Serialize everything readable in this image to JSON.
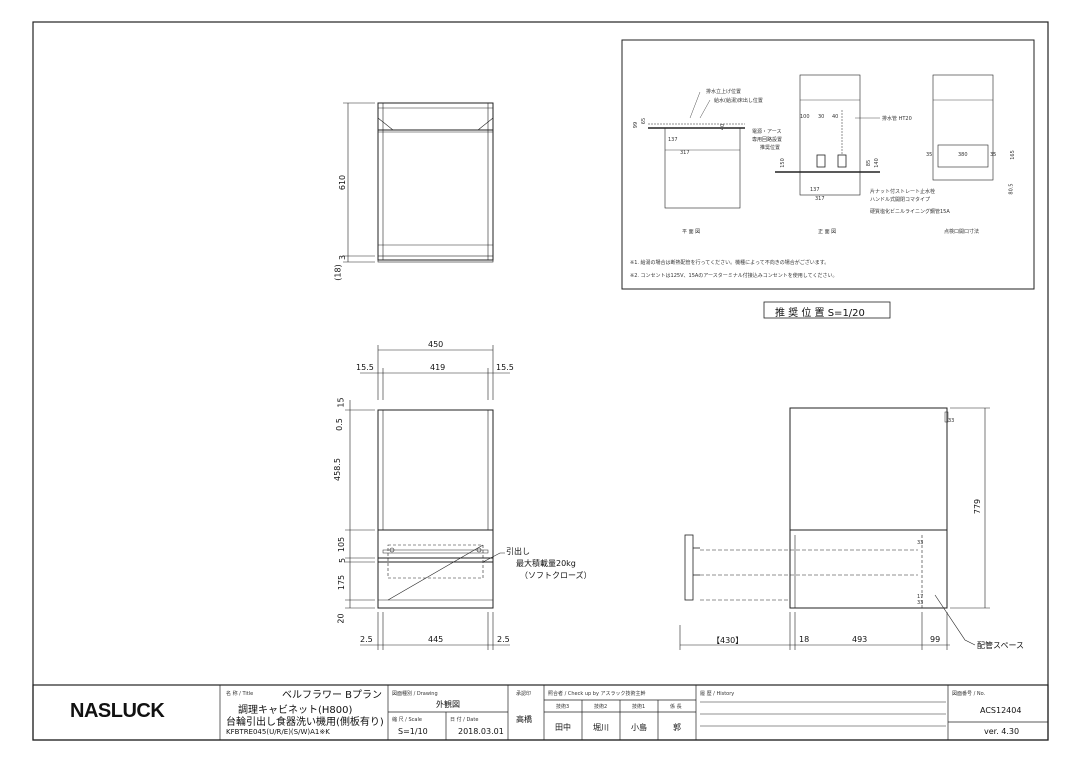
{
  "front_view": {
    "top_dim": "450",
    "sub_dims": [
      "15.5",
      "419",
      "15.5"
    ],
    "left_dims": [
      "15",
      "0.5",
      "458.5",
      "105",
      "5",
      "175",
      "20"
    ],
    "bottom_dims": [
      "2.5",
      "445",
      "2.5"
    ],
    "drawer_note": [
      "引出し",
      "最大積載量20kg",
      "（ソフトクローズ）"
    ]
  },
  "top_view": {
    "left_dims": [
      "610",
      "3",
      "(18)"
    ]
  },
  "side_view": {
    "height_dim": "779",
    "bottom_dims": [
      "【430】",
      "18",
      "493",
      "99"
    ],
    "pipe_space_label": "配管スペース",
    "small_marks": [
      "33",
      "33",
      "17",
      "33"
    ]
  },
  "inset": {
    "plan_labels": [
      "排水立上げ位置",
      "給水(給湯)床出し位置"
    ],
    "plan_dims": [
      "99",
      "65",
      "137",
      "317",
      "40"
    ],
    "elev_labels": [
      "電源・アース",
      "専用回路設置",
      "推奨位置",
      "排水管 HT20",
      "片ナット付ストレート止水栓",
      "ハンドル式開閉コマタイプ",
      "硬質塩化ビニルライニング鋼管15A"
    ],
    "elev_dims": [
      "100",
      "30",
      "40",
      "150",
      "85",
      "140",
      "137",
      "317"
    ],
    "access_dims": [
      "35",
      "380",
      "35",
      "165",
      "80.5"
    ],
    "view_names": [
      "平 面 図",
      "正 面 図",
      "点検口開口寸法"
    ],
    "notes": [
      "※1. 給湯の場合は断熱配管を行ってください。機種によって不向きの場合がございます。",
      "※2. コンセントは125V、15Aのアースターミナル付接込みコンセントを使用してください。"
    ],
    "caption": "推 奨 位 置 S=1/20"
  },
  "title_block": {
    "logo": "NASLUCK",
    "title_label": "名 称 / Title",
    "title_line1": "ベルフラワー Bプラン",
    "title_line2": "調理キャビネット(H800)",
    "title_line3": "台輪引出し食器洗い機用(側板有り)",
    "title_line4": "KFBTRE045(U/R/E)(S/W)A1※K",
    "drawing_label": "図面種別 / Drawing",
    "drawing_value": "外観図",
    "scale_label": "縮 尺 / Scale",
    "scale_value": "S=1/10",
    "date_label": "日 付 / Date",
    "date_value": "2018.03.01",
    "author_label": "承認印",
    "author_value": "高橋",
    "check_label": "照合者 / Check up by アスラック技術主幹",
    "check_cols": [
      "技術3",
      "技術2",
      "技術1",
      "係 長"
    ],
    "check_names": [
      "田中",
      "堀川",
      "小島",
      "郭"
    ],
    "history_label": "履 歴 / History",
    "no_label": "図面番号 / No.",
    "no_value": "ACS12404",
    "version": "ver. 4.30"
  }
}
